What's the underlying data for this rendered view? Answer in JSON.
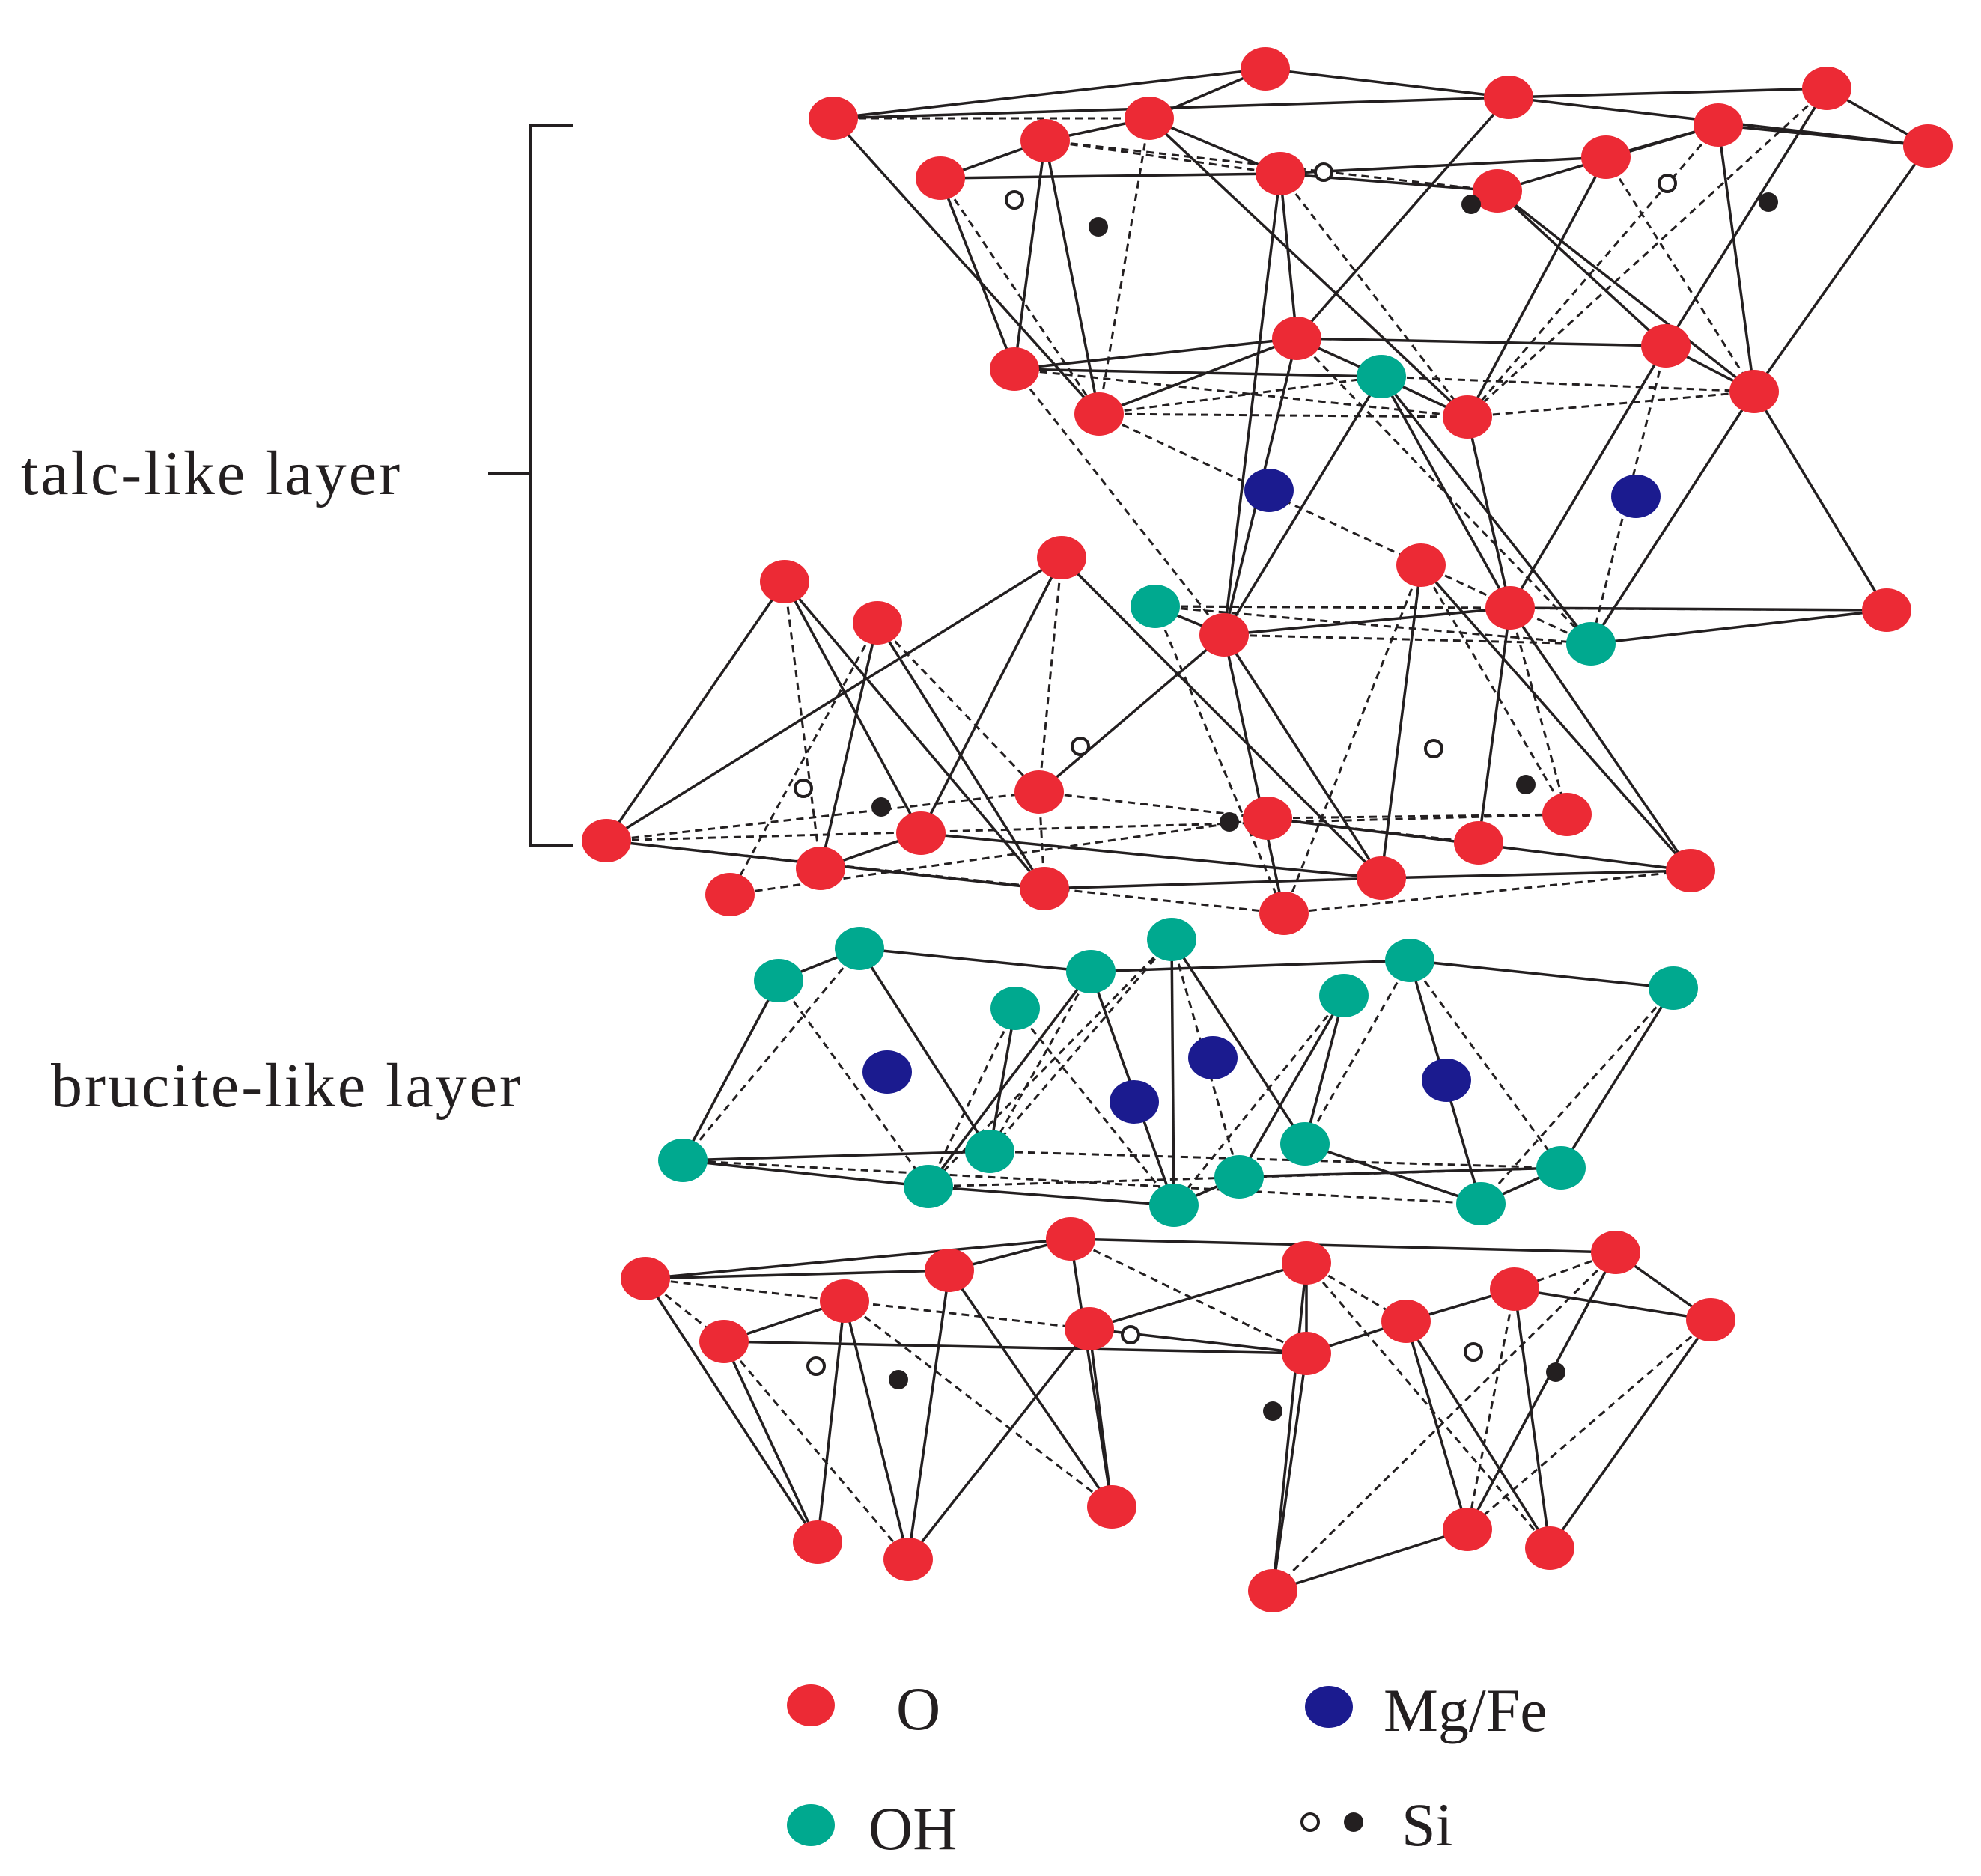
{
  "labels": {
    "talc_layer": "talc-like layer",
    "brucite_layer": "brucite-like layer"
  },
  "legend": {
    "o": "O",
    "oh": "OH",
    "mgfe": "Mg/Fe",
    "si": "Si"
  },
  "colors": {
    "oxygen": "#ec2a35",
    "hydroxyl": "#00a98f",
    "mg_fe": "#1b1b8f",
    "silicon": "#231f20",
    "bonds": "#231f20"
  }
}
